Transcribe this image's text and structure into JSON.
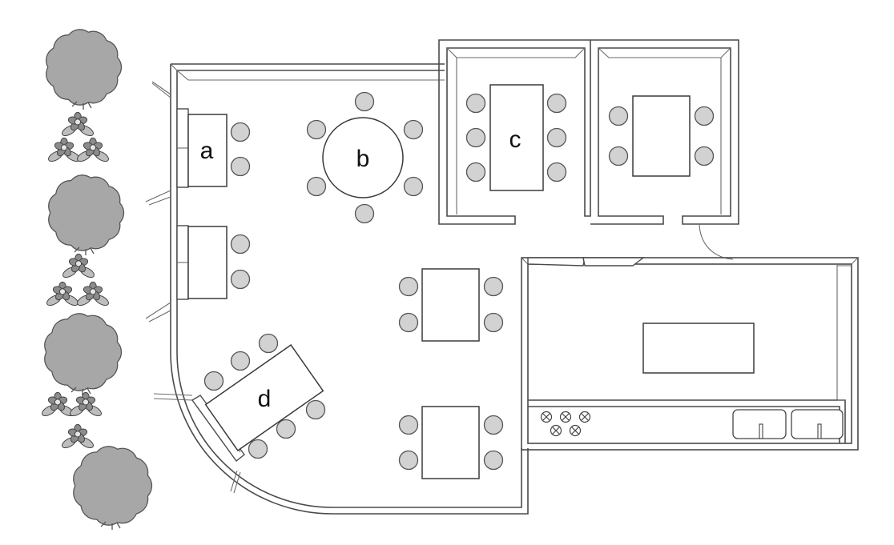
{
  "labels": {
    "a": "a",
    "b": "b",
    "c": "c",
    "d": "d"
  },
  "colors": {
    "wall": "#4a4a4a",
    "chair_fill": "#d2d2d2",
    "tree_fill": "#a7a7a7",
    "flower_fill": "#8c8c8c",
    "flower_center": "#e6e6e6",
    "background": "#ffffff"
  },
  "icons": {
    "tree": "tree-icon",
    "flower": "flower-icon",
    "chair": "chair-icon",
    "burner": "stove-burner-icon",
    "sink": "sink-icon",
    "door": "door-swing-icon"
  }
}
